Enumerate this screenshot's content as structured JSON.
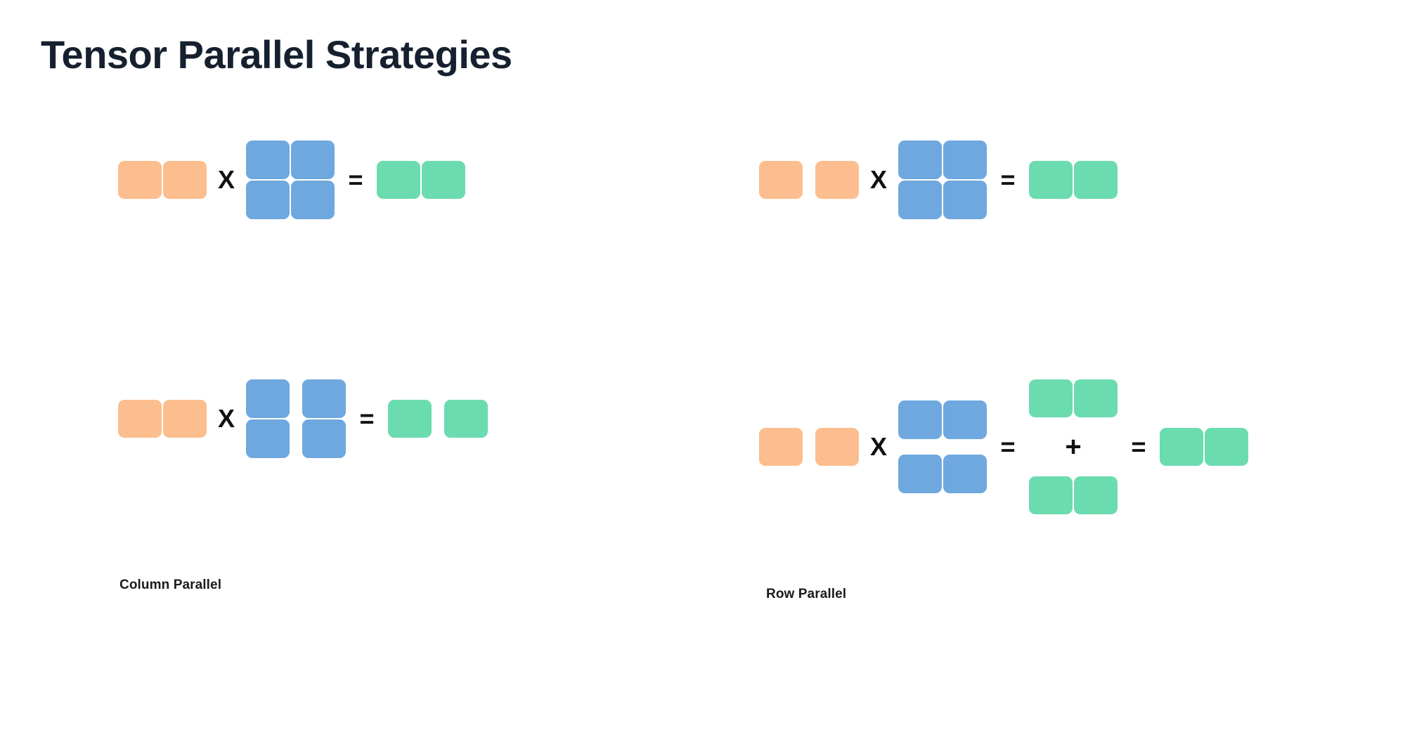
{
  "header": {
    "title": "Tensor Parallel Strategies"
  },
  "palette": {
    "input_orange": "#fcbe8e",
    "weight_blue": "#6fa8de",
    "output_green": "#6bdcaf",
    "text_dark": "#16202e",
    "operator_black": "#111111",
    "background": "#ffffff"
  },
  "operators": {
    "multiply": "X",
    "equals": "=",
    "plus": "+"
  },
  "panels": [
    {
      "id": "column-parallel",
      "caption": "Column Parallel",
      "equations": [
        {
          "id": "column-parallel-reference",
          "terms": [
            {
              "kind": "matrix",
              "name": "input-activations",
              "color": "input_orange",
              "rows": 1,
              "cols": 2,
              "split": "none"
            },
            {
              "kind": "operator",
              "symbol": "X"
            },
            {
              "kind": "matrix",
              "name": "weight-matrix",
              "color": "weight_blue",
              "rows": 2,
              "cols": 2,
              "split": "none"
            },
            {
              "kind": "operator",
              "symbol": "="
            },
            {
              "kind": "matrix",
              "name": "output-activations",
              "color": "output_green",
              "rows": 1,
              "cols": 2,
              "split": "none"
            }
          ]
        },
        {
          "id": "column-parallel-sharded",
          "terms": [
            {
              "kind": "matrix",
              "name": "input-activations",
              "color": "input_orange",
              "rows": 1,
              "cols": 2,
              "split": "none"
            },
            {
              "kind": "operator",
              "symbol": "X"
            },
            {
              "kind": "matrix",
              "name": "weight-matrix-column-sharded",
              "color": "weight_blue",
              "rows": 2,
              "cols": 2,
              "split": "columns"
            },
            {
              "kind": "operator",
              "symbol": "="
            },
            {
              "kind": "matrix",
              "name": "output-activations-column-sharded",
              "color": "output_green",
              "rows": 1,
              "cols": 2,
              "split": "columns"
            }
          ]
        }
      ]
    },
    {
      "id": "row-parallel",
      "caption": "Row Parallel",
      "equations": [
        {
          "id": "row-parallel-reference",
          "terms": [
            {
              "kind": "matrix",
              "name": "input-activations",
              "color": "input_orange",
              "rows": 1,
              "cols": 2,
              "split": "columns"
            },
            {
              "kind": "operator",
              "symbol": "X"
            },
            {
              "kind": "matrix",
              "name": "weight-matrix",
              "color": "weight_blue",
              "rows": 2,
              "cols": 2,
              "split": "none"
            },
            {
              "kind": "operator",
              "symbol": "="
            },
            {
              "kind": "matrix",
              "name": "output-activations",
              "color": "output_green",
              "rows": 1,
              "cols": 2,
              "split": "none"
            }
          ]
        },
        {
          "id": "row-parallel-sharded",
          "terms": [
            {
              "kind": "matrix",
              "name": "input-activations-column-sharded",
              "color": "input_orange",
              "rows": 1,
              "cols": 2,
              "split": "columns"
            },
            {
              "kind": "operator",
              "symbol": "X"
            },
            {
              "kind": "matrix",
              "name": "weight-matrix-row-sharded",
              "color": "weight_blue",
              "rows": 2,
              "cols": 2,
              "split": "rows"
            },
            {
              "kind": "operator",
              "symbol": "="
            },
            {
              "kind": "partial-sum",
              "name": "partial-outputs",
              "color": "output_green",
              "parts": [
                {
                  "name": "partial-output-rank0",
                  "rows": 1,
                  "cols": 2
                },
                {
                  "name": "partial-output-rank1",
                  "rows": 1,
                  "cols": 2
                }
              ],
              "joiner": "+"
            },
            {
              "kind": "operator",
              "symbol": "="
            },
            {
              "kind": "matrix",
              "name": "reduced-output-activations",
              "color": "output_green",
              "rows": 1,
              "cols": 2,
              "split": "none"
            }
          ]
        }
      ]
    }
  ]
}
